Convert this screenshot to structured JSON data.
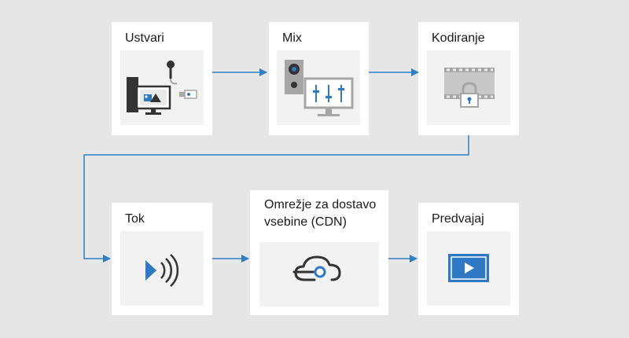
{
  "nodes": {
    "create": {
      "label": "Ustvari",
      "icon": "computer-microphone-camera-icon"
    },
    "mix": {
      "label": "Mix",
      "icon": "speaker-mixer-icon"
    },
    "encode": {
      "label": "Kodiranje",
      "icon": "film-lock-icon"
    },
    "stream": {
      "label": "Tok",
      "icon": "stream-broadcast-icon"
    },
    "cdn": {
      "label_line1": "Omrežje za dostavo",
      "label_line2": "vsebine (CDN)",
      "icon": "cloud-network-icon"
    },
    "play": {
      "label": "Predvajaj",
      "icon": "play-screen-icon"
    }
  },
  "edges": [
    {
      "from": "Ustvari",
      "to": "Mix"
    },
    {
      "from": "Mix",
      "to": "Kodiranje"
    },
    {
      "from": "Kodiranje",
      "to": "Tok"
    },
    {
      "from": "Tok",
      "to": "Omrežje za dostavo vsebine (CDN)"
    },
    {
      "from": "Omrežje za dostavo vsebine (CDN)",
      "to": "Predvajaj"
    }
  ],
  "colors": {
    "background": "#e6e6e6",
    "card": "#ffffff",
    "panel": "#f2f2f2",
    "arrow": "#2f7fc8",
    "icon_dark": "#333333",
    "icon_blue": "#2f78c4",
    "icon_gray": "#a6a6a6"
  }
}
